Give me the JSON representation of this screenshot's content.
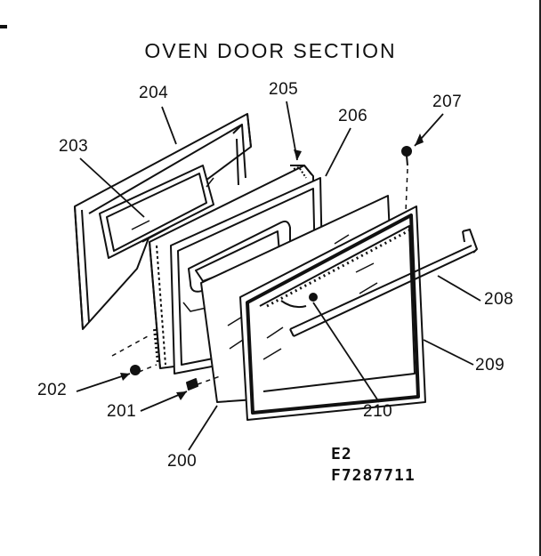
{
  "diagram": {
    "title": "OVEN DOOR SECTION",
    "model_line1": "E2",
    "model_line2": "F7287711",
    "parts": [
      {
        "id": "200"
      },
      {
        "id": "201"
      },
      {
        "id": "202"
      },
      {
        "id": "203"
      },
      {
        "id": "204"
      },
      {
        "id": "205"
      },
      {
        "id": "206"
      },
      {
        "id": "207"
      },
      {
        "id": "208"
      },
      {
        "id": "209"
      },
      {
        "id": "210"
      }
    ]
  },
  "colors": {
    "ink": "#111111",
    "paper": "#ffffff"
  }
}
